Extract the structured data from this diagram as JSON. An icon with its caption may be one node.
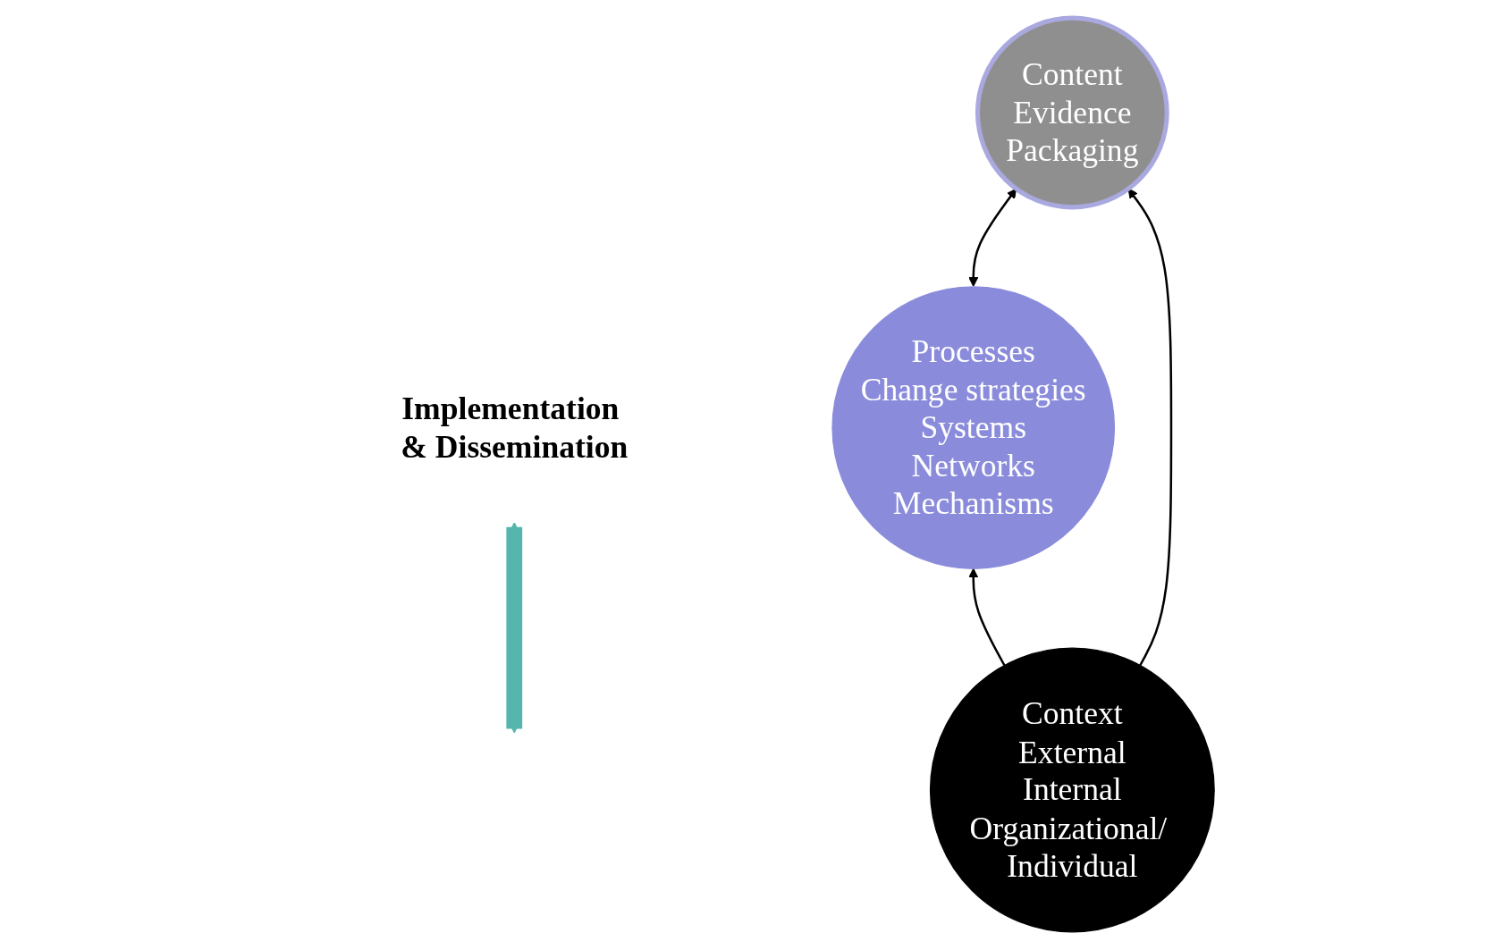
{
  "diagram": {
    "nodes": [
      {
        "text": [
          "Implementation & Dissemination"
        ]
      },
      {
        "text": [
          "Content",
          "Evidence",
          "Packaging"
        ]
      },
      {
        "text": [
          "Processes",
          "Change strategies",
          "Systems",
          "Networks",
          "Mechanisms"
        ]
      },
      {
        "text": [
          "Context",
          "External",
          "Internal",
          "Organizational/ Individual"
        ]
      }
    ],
    "edges": [
      {
        "from": 0,
        "to": null,
        "arrow": "both",
        "style": "thick",
        "color": "#56b6ae"
      },
      {
        "from": 1,
        "to": 2,
        "arrow": "both"
      },
      {
        "from": 3,
        "to": 1,
        "arrow": "to"
      },
      {
        "from": 3,
        "to": 2,
        "arrow": "to"
      }
    ]
  }
}
